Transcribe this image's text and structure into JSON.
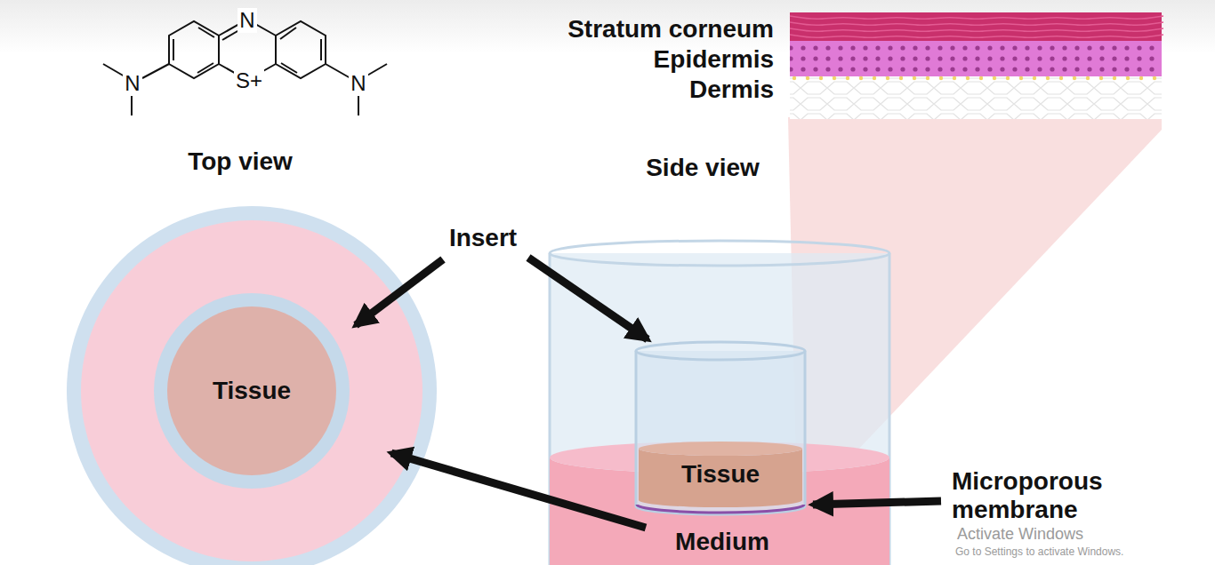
{
  "diagram": {
    "nodes": [
      {
        "text": [
          "Tissue"
        ]
      },
      {
        "text": [
          "Tissue"
        ]
      }
    ],
    "labels": [
      "N",
      "S+",
      "N",
      "N",
      "Stratum corneum",
      "Epidermis",
      "Dermis",
      "Top view",
      "Side view",
      "Insert",
      "Microporous membrane",
      "Medium",
      "Activate Windows",
      "Go to Settings to activate Windows."
    ]
  }
}
